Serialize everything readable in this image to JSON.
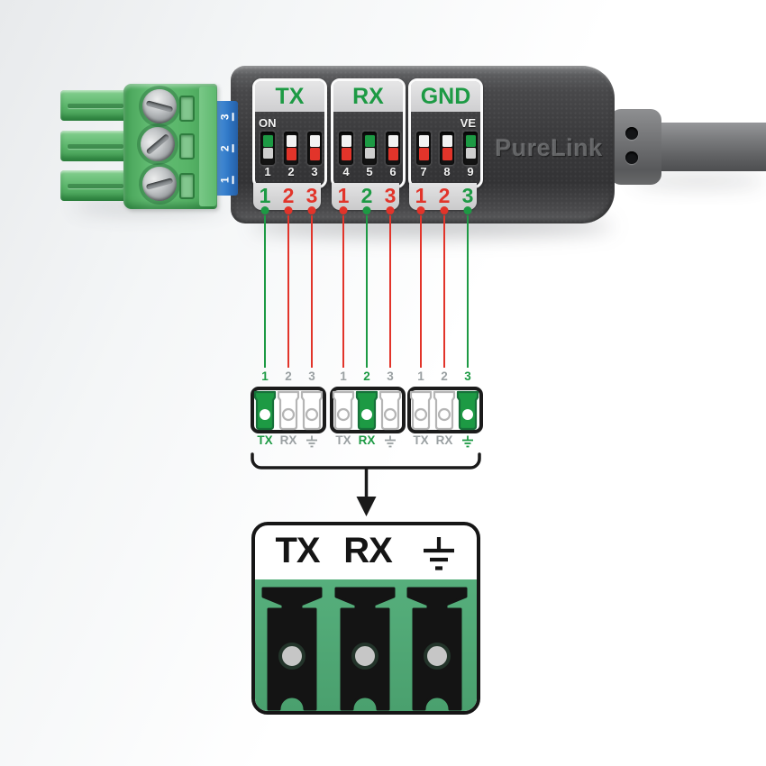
{
  "brand_label": "PureLink",
  "colors": {
    "green": "#1d9a44",
    "red": "#e2342a",
    "inactive": "#9aa0a2",
    "blue_band": "#2f77c6",
    "connector_green": "#58b468",
    "block_green": "#4fa873",
    "body_dark": "#3a3a3c"
  },
  "plug": {
    "pin_labels": [
      "3",
      "2",
      "1"
    ]
  },
  "dip_panel": {
    "on_label": "ON",
    "ve_label": "VE",
    "groups": [
      {
        "label": "TX",
        "switches": [
          {
            "num": "1",
            "on": true
          },
          {
            "num": "2",
            "on": false
          },
          {
            "num": "3",
            "on": false
          }
        ],
        "pins": [
          {
            "num": "1",
            "active": true
          },
          {
            "num": "2",
            "active": false
          },
          {
            "num": "3",
            "active": false
          }
        ]
      },
      {
        "label": "RX",
        "switches": [
          {
            "num": "4",
            "on": false
          },
          {
            "num": "5",
            "on": true
          },
          {
            "num": "6",
            "on": false
          }
        ],
        "pins": [
          {
            "num": "1",
            "active": false
          },
          {
            "num": "2",
            "active": true
          },
          {
            "num": "3",
            "active": false
          }
        ]
      },
      {
        "label": "GND",
        "switches": [
          {
            "num": "7",
            "on": false
          },
          {
            "num": "8",
            "on": false
          },
          {
            "num": "9",
            "on": true
          }
        ],
        "pins": [
          {
            "num": "1",
            "active": false
          },
          {
            "num": "2",
            "active": false
          },
          {
            "num": "3",
            "active": true
          }
        ]
      }
    ]
  },
  "wiring": {
    "blocks": [
      {
        "pins": [
          {
            "num": "1",
            "active": true
          },
          {
            "num": "2",
            "active": false
          },
          {
            "num": "3",
            "active": false
          }
        ],
        "labels": [
          {
            "text": "TX",
            "active": true
          },
          {
            "text": "RX",
            "active": false
          },
          {
            "symbol": "earth-ground",
            "active": false
          }
        ]
      },
      {
        "pins": [
          {
            "num": "1",
            "active": false
          },
          {
            "num": "2",
            "active": true
          },
          {
            "num": "3",
            "active": false
          }
        ],
        "labels": [
          {
            "text": "TX",
            "active": false
          },
          {
            "text": "RX",
            "active": true
          },
          {
            "symbol": "earth-ground",
            "active": false
          }
        ]
      },
      {
        "pins": [
          {
            "num": "1",
            "active": false
          },
          {
            "num": "2",
            "active": false
          },
          {
            "num": "3",
            "active": true
          }
        ],
        "labels": [
          {
            "text": "TX",
            "active": false
          },
          {
            "text": "RX",
            "active": false
          },
          {
            "symbol": "earth-ground",
            "active": true
          }
        ]
      }
    ]
  },
  "main_block": {
    "tx_label": "TX",
    "rx_label": "RX",
    "ground_symbol": "earth-ground"
  }
}
